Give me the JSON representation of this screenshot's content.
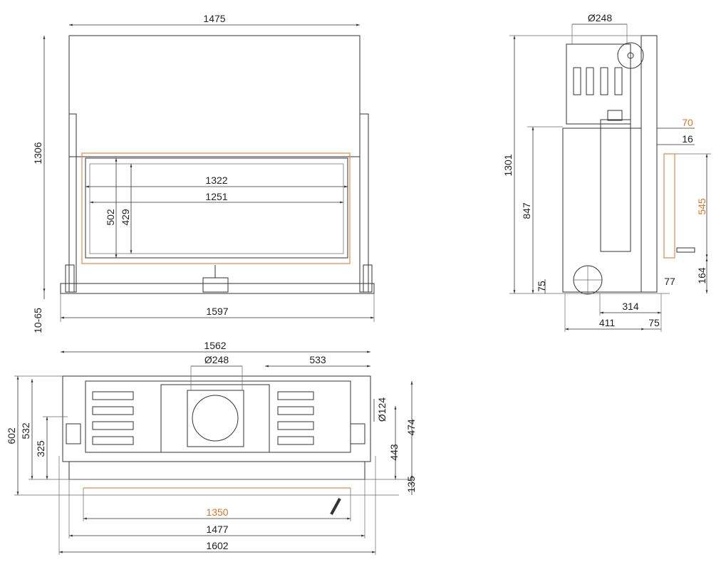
{
  "front_view": {
    "width_top": "1475",
    "height_total": "1306",
    "glass_width_outer": "1322",
    "glass_width_inner": "1251",
    "glass_height_outer": "502",
    "glass_height_inner": "429",
    "base_width": "1597",
    "foot_adjust": "10-65"
  },
  "side_view": {
    "flue_diameter": "Ø248",
    "height_total": "1301",
    "height_lower": "847",
    "offset_70": "70",
    "offset_16": "16",
    "opening_height": "545",
    "bottom_164": "164",
    "foot_75": "75",
    "foot_77": "77",
    "depth_314": "314",
    "depth_411": "411",
    "depth_75": "75"
  },
  "top_view": {
    "width_1562": "1562",
    "flue_diameter": "Ø248",
    "offset_533": "533",
    "air_inlet_diameter": "Ø124",
    "depth_602": "602",
    "depth_532": "532",
    "depth_325": "325",
    "depth_474": "474",
    "depth_443": "443",
    "depth_135": "135",
    "opening_1350": "1350",
    "width_1477": "1477",
    "width_1602": "1602"
  },
  "colors": {
    "line": "#333333",
    "highlight": "#d9742b"
  }
}
